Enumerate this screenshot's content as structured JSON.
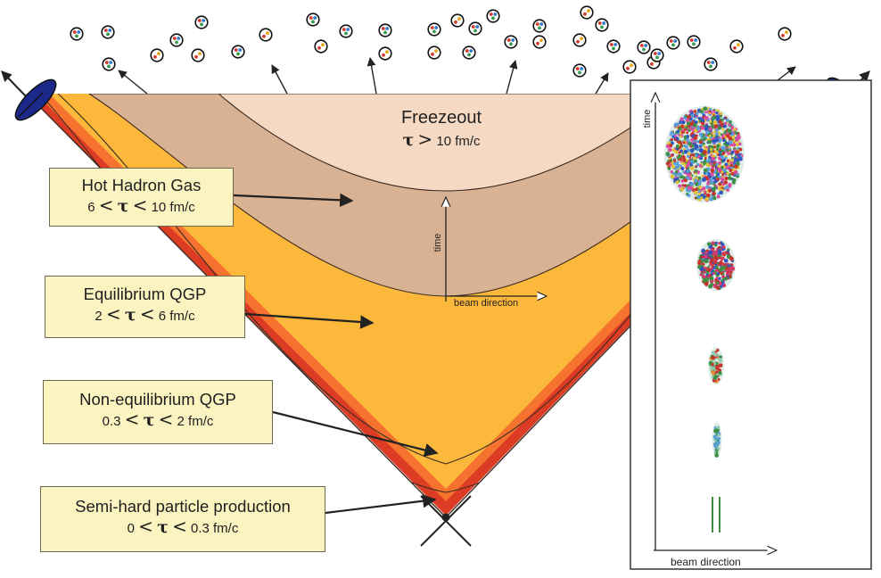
{
  "stages": [
    {
      "id": "freezeout",
      "name": "Freezeout",
      "tau": "τ",
      "rel": ">",
      "value": "10 fm/c"
    },
    {
      "id": "hadron-gas",
      "name": "Hot Hadron Gas",
      "low": "6",
      "tau": "τ",
      "rel1": "<",
      "rel2": "<",
      "high": "10 fm/c"
    },
    {
      "id": "eq-qgp",
      "name": "Equilibrium QGP",
      "low": "2",
      "tau": "τ",
      "rel1": "<",
      "rel2": "<",
      "high": "6 fm/c"
    },
    {
      "id": "neq-qgp",
      "name": "Non-equilibrium QGP",
      "low": "0.3",
      "tau": "τ",
      "rel1": "<",
      "rel2": "<",
      "high": "2 fm/c"
    },
    {
      "id": "semi-hard",
      "name": "Semi-hard particle production",
      "low": "0",
      "tau": "τ",
      "rel1": "<",
      "rel2": "<",
      "high": "0.3 fm/c"
    }
  ],
  "inner_axes": {
    "ylabel": "time",
    "xlabel": "beam direction"
  },
  "inset": {
    "ylabel": "time",
    "xlabel": "beam direction"
  },
  "colors": {
    "freezeout": "#f6d9c2",
    "hadron_gas": "#d9b293",
    "eq_qgp": "#fcb83b",
    "neq_qgp": "#f5722f",
    "semi_hard": "#dc3c24",
    "box_fill": "#fbf3c0",
    "detector": "#1b2a8a"
  },
  "icons": [
    "detector-dish-icon",
    "hadron-icon",
    "meson-icon"
  ]
}
